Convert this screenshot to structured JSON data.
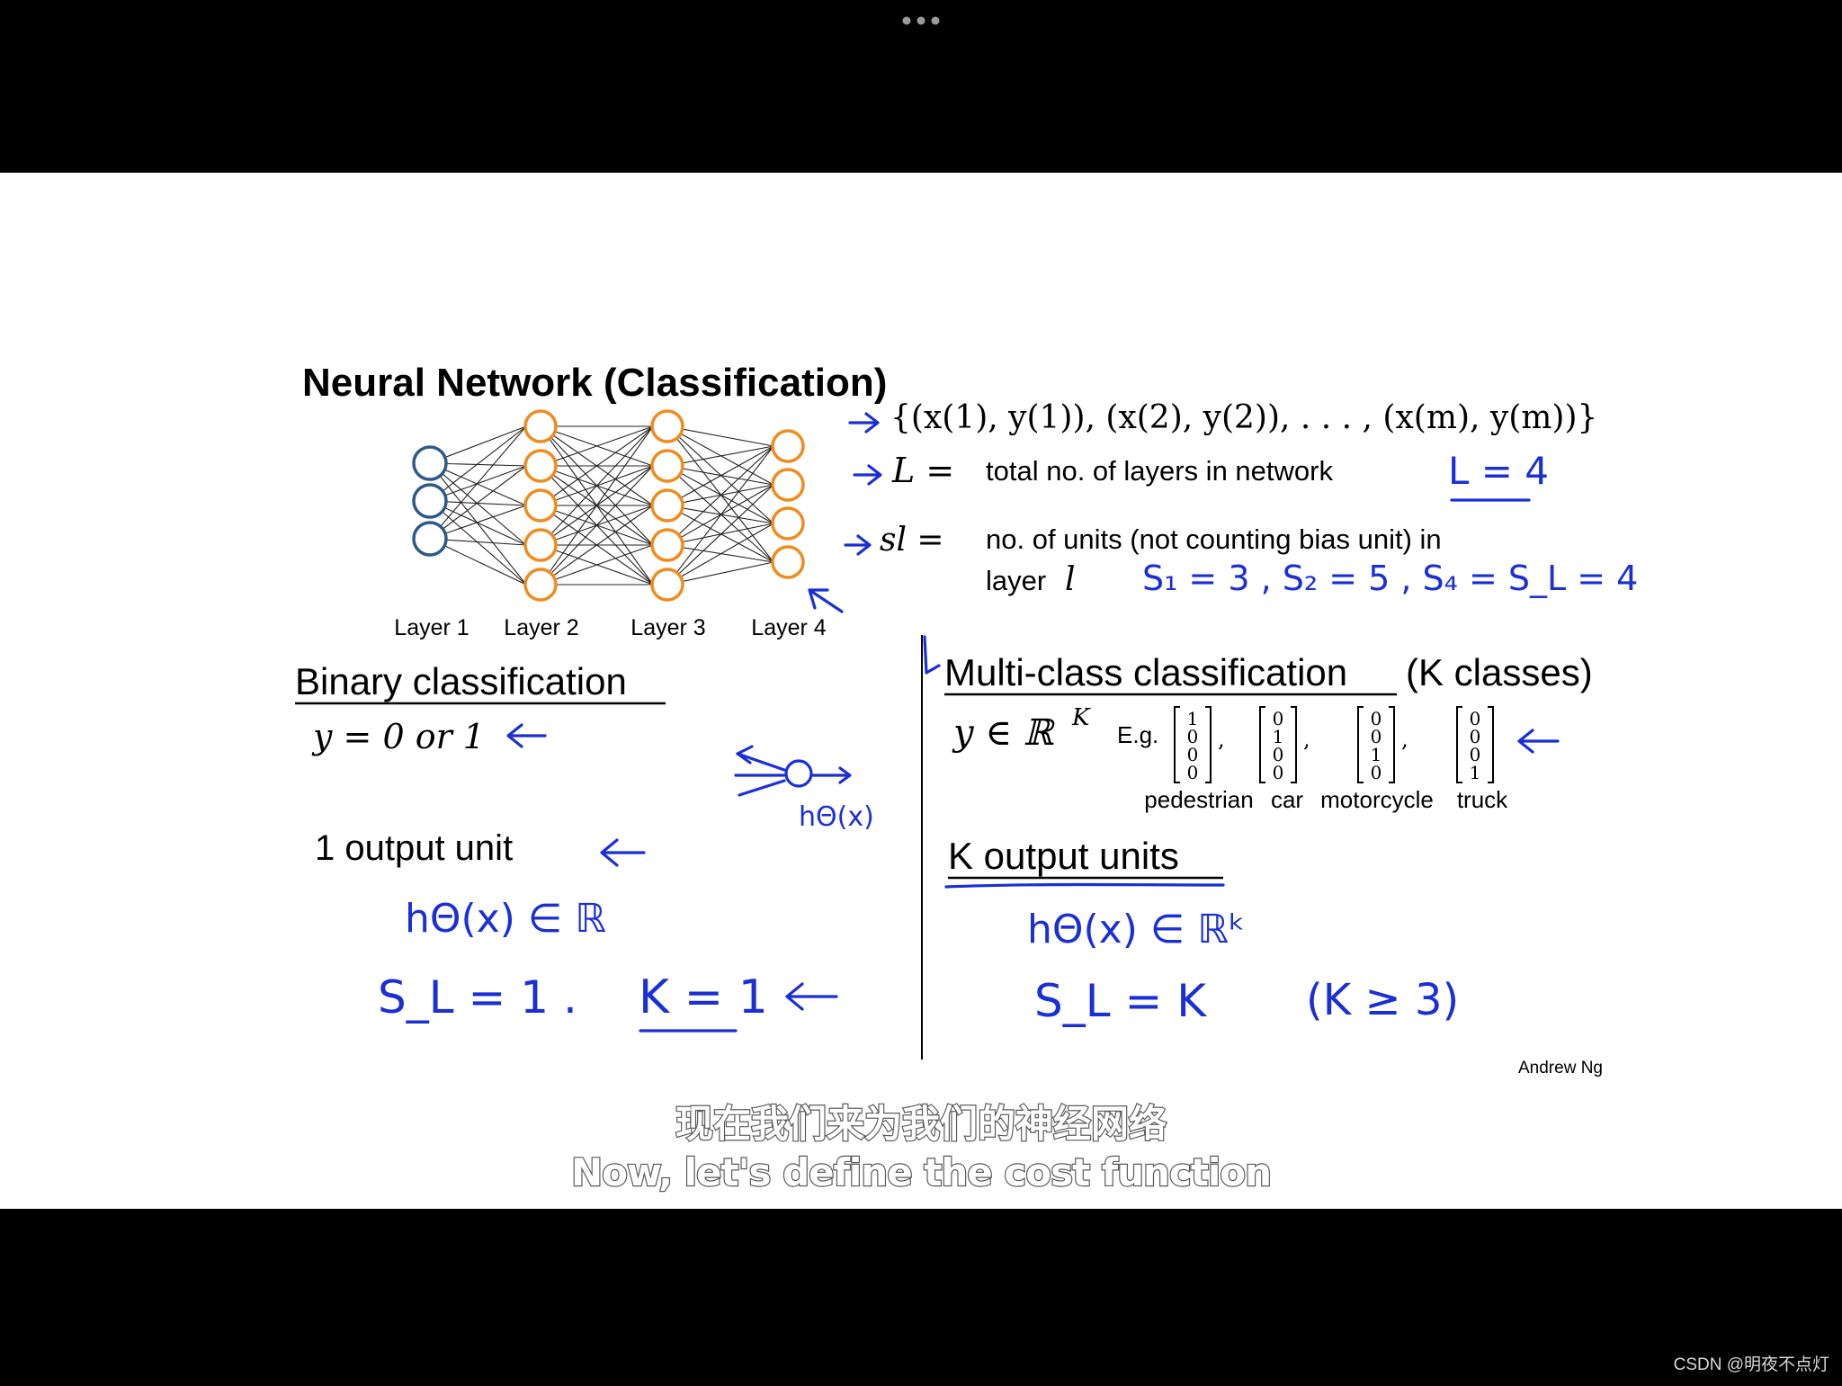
{
  "player": {
    "menu_icon": "more-dots-icon",
    "watermark": "CSDN @明夜不点灯"
  },
  "slide": {
    "title": "Neural Network (Classification)",
    "layers": [
      "Layer 1",
      "Layer 2",
      "Layer 3",
      "Layer 4"
    ],
    "network_units": [
      3,
      5,
      5,
      4
    ],
    "colors": {
      "input_node": "#2e5a8a",
      "hidden_node": "#f08c1e",
      "ink": "#1a2fd6"
    },
    "training_set": "{(x(1), y(1)), (x(2), y(2)), . . . , (x(m), y(m))}",
    "L_symbol": "L =",
    "L_desc": "total no. of layers in network",
    "sl_symbol": "sl =",
    "sl_desc_line1": "no. of units (not counting bias unit) in",
    "sl_desc_line2": "layer",
    "sl_desc_var": "l",
    "binary_title": "Binary classification",
    "binary_y": "y = 0 or 1",
    "binary_output": "1 output unit",
    "multi_title": "Multi-class classification",
    "multi_suffix": "(K classes)",
    "multi_y": "y ∈ ℝ",
    "multi_y_sup": "K",
    "eg": "E.g.",
    "vectors": [
      [
        1,
        0,
        0,
        0
      ],
      [
        0,
        1,
        0,
        0
      ],
      [
        0,
        0,
        1,
        0
      ],
      [
        0,
        0,
        0,
        1
      ]
    ],
    "classes": [
      "pedestrian",
      "car",
      "motorcycle",
      "truck"
    ],
    "multi_output": "K output units",
    "author": "Andrew Ng",
    "annotations": {
      "L_value": "L = 4",
      "s_values": "S₁ = 3 ,   S₂ = 5 ,   S₄ = S_L = 4",
      "h_theta": "hΘ(x)",
      "h_real": "hΘ(x) ∈ ℝ",
      "sl_one": "S_L = 1 .",
      "k_one": "K = 1",
      "h_realk": "hΘ(x) ∈ ℝᵏ",
      "sl_k": "S_L = K",
      "k_ge3": "(K ≥ 3)"
    }
  },
  "subtitles": {
    "zh": "现在我们来为我们的神经网络",
    "en": "Now, let's define the cost function"
  }
}
